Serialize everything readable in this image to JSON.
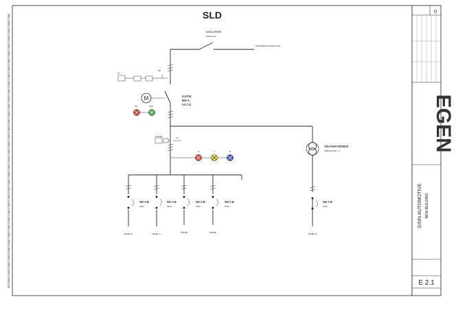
{
  "title": "SLD",
  "isolator": {
    "name": "ISOLATOR",
    "rating": "1000Amps"
  },
  "incoming": "INCOMMING FROM POLE",
  "main_breaker": {
    "line1": "GSTM",
    "line2": "800 A",
    "line3": "MCCB"
  },
  "motor_symbol": "M",
  "main_indicators": [
    {
      "label": "ON",
      "color": "#d33a2c"
    },
    {
      "label": "OFF",
      "color": "#3aa64a"
    }
  ],
  "phase_indicators": [
    {
      "label": "R",
      "color": "#e0413a"
    },
    {
      "label": "Y",
      "color": "#e8dc4a"
    },
    {
      "label": "B",
      "color": "#3949c9"
    }
  ],
  "transformer": {
    "name": "TRANSFORMER",
    "rating": "160KVA D/11 Y-Y"
  },
  "feeders": [
    {
      "breaker": "MCCB",
      "rating": "400A",
      "panel": "PANEL-A"
    },
    {
      "breaker": "MCCB",
      "rating": "200A",
      "panel": "PANEL-C"
    },
    {
      "breaker": "MCCB",
      "rating": "100A",
      "panel": "SPARE"
    },
    {
      "breaker": "MCCB",
      "rating": "100A",
      "panel": "SPARE"
    }
  ],
  "transformer_feeder": {
    "breaker": "MCCB",
    "rating": "200A",
    "panel": "PANEL-E"
  },
  "title_block": {
    "logo": "EGEN",
    "company": "GINN AUTOMOTIVE",
    "project": "NEW BUILDING",
    "sheet_number": "E 2.1",
    "revision": "0"
  }
}
